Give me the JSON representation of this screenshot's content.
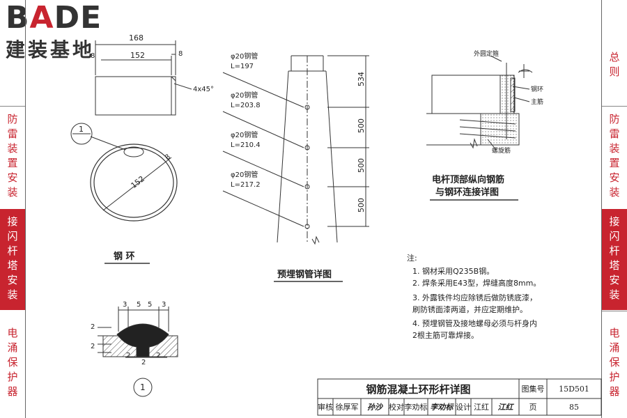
{
  "logo": {
    "latin_prefix": "B",
    "latin_accent": "A",
    "latin_suffix": "DE",
    "cjk": "建装基地"
  },
  "sidebar_left": [
    {
      "label": "总则",
      "active": false
    },
    {
      "label": "防雷装置安装",
      "active": false
    },
    {
      "label": "接闪杆塔安装",
      "active": true
    },
    {
      "label": "电涌保护器",
      "active": false
    }
  ],
  "sidebar_right": [
    {
      "label": "总则",
      "active": false
    },
    {
      "label": "防雷装置安装",
      "active": false
    },
    {
      "label": "接闪杆塔安装",
      "active": true
    },
    {
      "label": "电涌保护器",
      "active": false
    }
  ],
  "steel_ring": {
    "dim_outer": "168",
    "dim_inner": "152",
    "dim_thickness": "8",
    "dim_left": "8",
    "chamfer": "4x45°",
    "callout": "1",
    "diameter": "152",
    "wall": "8",
    "caption": "钢 环"
  },
  "weld_detail": {
    "top_dims": [
      "3",
      "5",
      "5",
      "3"
    ],
    "left_dims": [
      "2",
      "2"
    ],
    "bottom_dims": [
      "2",
      "2",
      "2"
    ],
    "callout": "1"
  },
  "pipe": {
    "labels": [
      {
        "name": "φ20钢管",
        "length": "L=197"
      },
      {
        "name": "φ20钢管",
        "length": "L=203.8"
      },
      {
        "name": "φ20钢管",
        "length": "L=210.4"
      },
      {
        "name": "φ20钢管",
        "length": "L=217.2"
      }
    ],
    "dims": [
      "534",
      "500",
      "500",
      "500"
    ],
    "caption": "预埋钢管详图"
  },
  "connection": {
    "labels": [
      "外圆定箍",
      "钢环",
      "主筋",
      "螺旋筋"
    ],
    "caption_line1": "电杆顶部纵向钢筋",
    "caption_line2": "与钢环连接详图"
  },
  "notes": {
    "heading": "注:",
    "items": [
      "1. 钢材采用Q235B钢。",
      "2. 焊条采用E43型，焊缝高度8mm。",
      "3. 外露铁件均应除锈后做防锈底漆，",
      "   刷防锈面漆两道，并应定期维护。",
      "4. 预埋钢管及接地螺母必须与杆身内",
      "   2根主筋可靠焊接。"
    ]
  },
  "title_block": {
    "title": "钢筋混凝土环形杆详图",
    "atlas_label": "图集号",
    "atlas_no": "15D501",
    "review": "审核",
    "reviewer": "徐厚军",
    "reviewer_sig": "孙沙",
    "proof": "校对",
    "proofer": "李劝标",
    "proofer_sig": "李劝标",
    "design": "设计",
    "designer": "江红",
    "designer_sig": "江红",
    "page_label": "页",
    "page_no": "85"
  }
}
